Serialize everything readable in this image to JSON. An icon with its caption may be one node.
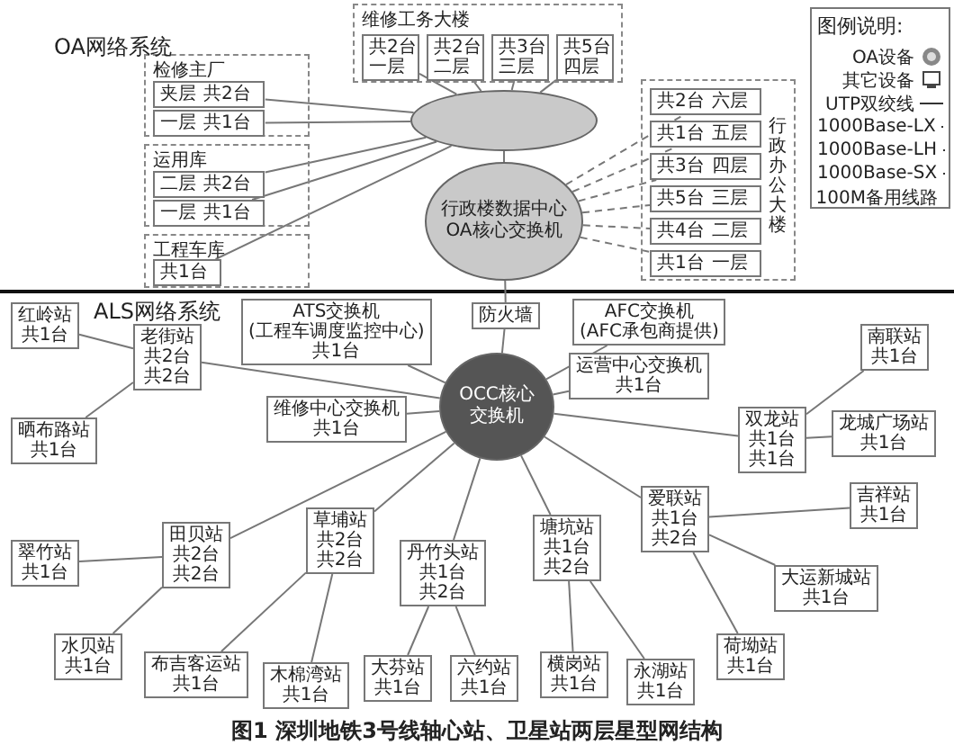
{
  "diagram": {
    "caption": "图1 深圳地铁3号线轴心站、卫星站两层星型网结构",
    "nodes": [
      {
        "text": [
          "维修工务大楼"
        ]
      },
      {
        "text": [
          "共2台",
          "一层"
        ],
        "in": 0
      },
      {
        "text": [
          "共2台",
          "二层"
        ],
        "in": 0
      },
      {
        "text": [
          "共3台",
          "三层"
        ],
        "in": 0
      },
      {
        "text": [
          "共5台",
          "四层"
        ],
        "in": 0
      },
      {
        "text": [
          "检修主厂"
        ]
      },
      {
        "text": [
          "夹层",
          "共2台"
        ],
        "in": 5
      },
      {
        "text": [
          "一层",
          "共1台"
        ],
        "in": 5
      },
      {
        "text": [
          "运用库"
        ]
      },
      {
        "text": [
          "二层",
          "共2台"
        ],
        "in": 8
      },
      {
        "text": [
          "一层",
          "共1台"
        ],
        "in": 8
      },
      {
        "text": [
          "工程车库"
        ]
      },
      {
        "text": [
          "共1台"
        ],
        "in": 11
      },
      {
        "text": [],
        "shape": "ellipse"
      },
      {
        "text": [
          "行政楼数据中心OA核心交换机"
        ]
      },
      {
        "text": [
          "行政办公大楼"
        ]
      },
      {
        "text": [
          "共2台",
          "六层"
        ],
        "in": 15
      },
      {
        "text": [
          "共1台",
          "五层"
        ],
        "in": 15
      },
      {
        "text": [
          "共3台",
          "四层"
        ],
        "in": 15
      },
      {
        "text": [
          "共5台",
          "三层"
        ],
        "in": 15
      },
      {
        "text": [
          "共4台",
          "二层"
        ],
        "in": 15
      },
      {
        "text": [
          "共1台",
          "一层"
        ],
        "in": 15
      },
      {
        "text": [
          "防火墙"
        ]
      },
      {
        "text": [
          "ATS交换机",
          "(工程车调度监控中心)",
          "共1台"
        ]
      },
      {
        "text": [
          "AFC交换机",
          "(AFC承包商提供)"
        ]
      },
      {
        "text": [
          "OCC核心交换机"
        ]
      },
      {
        "text": [
          "维修中心交换机",
          "共1台"
        ]
      },
      {
        "text": [
          "运营中心交换机",
          "共1台"
        ]
      },
      {
        "text": [
          "红岭站",
          "共1台"
        ]
      },
      {
        "text": [
          "老街站",
          "共2台",
          "共2台"
        ]
      },
      {
        "text": [
          "晒布路站",
          "共1台"
        ]
      },
      {
        "text": [
          "田贝站",
          "共2台",
          "共2台"
        ]
      },
      {
        "text": [
          "翠竹站",
          "共1台"
        ]
      },
      {
        "text": [
          "水贝站",
          "共1台"
        ]
      },
      {
        "text": [
          "草埔站",
          "共2台",
          "共2台"
        ]
      },
      {
        "text": [
          "布吉客运站",
          "共1台"
        ]
      },
      {
        "text": [
          "木棉湾站",
          "共1台"
        ]
      },
      {
        "text": [
          "丹竹头站",
          "共1台",
          "共2台"
        ]
      },
      {
        "text": [
          "大芬站",
          "共1台"
        ]
      },
      {
        "text": [
          "六约站",
          "共1台"
        ]
      },
      {
        "text": [
          "塘坑站",
          "共1台",
          "共2台"
        ]
      },
      {
        "text": [
          "横岗站",
          "共1台"
        ]
      },
      {
        "text": [
          "永湖站",
          "共1台"
        ]
      },
      {
        "text": [
          "爱联站",
          "共1台",
          "共2台"
        ]
      },
      {
        "text": [
          "荷坳站",
          "共1台"
        ]
      },
      {
        "text": [
          "大运新城站",
          "共1台"
        ]
      },
      {
        "text": [
          "吉祥站",
          "共1台"
        ]
      },
      {
        "text": [
          "双龙站",
          "共1台",
          "共1台"
        ]
      },
      {
        "text": [
          "南联站",
          "共1台"
        ]
      },
      {
        "text": [
          "龙城广场站",
          "共1台"
        ]
      }
    ],
    "edges": [
      {
        "from": 13,
        "to": 1,
        "arrow": "none"
      },
      {
        "from": 13,
        "to": 2,
        "arrow": "none"
      },
      {
        "from": 13,
        "to": 3,
        "arrow": "none"
      },
      {
        "from": 13,
        "to": 4,
        "arrow": "none"
      },
      {
        "from": 13,
        "to": 6,
        "arrow": "none"
      },
      {
        "from": 13,
        "to": 7,
        "arrow": "none"
      },
      {
        "from": 13,
        "to": 9,
        "arrow": "none"
      },
      {
        "from": 13,
        "to": 10,
        "arrow": "none"
      },
      {
        "from": 13,
        "to": 12,
        "arrow": "none"
      },
      {
        "from": 13,
        "to": 14,
        "arrow": "none"
      },
      {
        "from": 14,
        "to": 16,
        "arrow": "none",
        "style": "dashed"
      },
      {
        "from": 14,
        "to": 17,
        "arrow": "none",
        "style": "dashed"
      },
      {
        "from": 14,
        "to": 18,
        "arrow": "none",
        "style": "dashed"
      },
      {
        "from": 14,
        "to": 19,
        "arrow": "none",
        "style": "dashed"
      },
      {
        "from": 14,
        "to": 20,
        "arrow": "none",
        "style": "dashed"
      },
      {
        "from": 14,
        "to": 21,
        "arrow": "none",
        "style": "dashed"
      },
      {
        "from": 14,
        "to": 22,
        "arrow": "none"
      },
      {
        "from": 22,
        "to": 25,
        "arrow": "none"
      },
      {
        "from": 25,
        "to": 23,
        "arrow": "none"
      },
      {
        "from": 25,
        "to": 24,
        "arrow": "none"
      },
      {
        "from": 25,
        "to": 26,
        "arrow": "none"
      },
      {
        "from": 25,
        "to": 27,
        "arrow": "none"
      },
      {
        "from": 25,
        "to": 29,
        "arrow": "none"
      },
      {
        "from": 25,
        "to": 31,
        "arrow": "none"
      },
      {
        "from": 25,
        "to": 34,
        "arrow": "none"
      },
      {
        "from": 25,
        "to": 37,
        "arrow": "none"
      },
      {
        "from": 25,
        "to": 40,
        "arrow": "none"
      },
      {
        "from": 25,
        "to": 43,
        "arrow": "none"
      },
      {
        "from": 25,
        "to": 47,
        "arrow": "none"
      },
      {
        "from": 29,
        "to": 28,
        "arrow": "none"
      },
      {
        "from": 29,
        "to": 30,
        "arrow": "none"
      },
      {
        "from": 31,
        "to": 32,
        "arrow": "none"
      },
      {
        "from": 31,
        "to": 33,
        "arrow": "none"
      },
      {
        "from": 34,
        "to": 35,
        "arrow": "none"
      },
      {
        "from": 34,
        "to": 36,
        "arrow": "none"
      },
      {
        "from": 37,
        "to": 38,
        "arrow": "none"
      },
      {
        "from": 37,
        "to": 39,
        "arrow": "none"
      },
      {
        "from": 40,
        "to": 41,
        "arrow": "none"
      },
      {
        "from": 40,
        "to": 42,
        "arrow": "none"
      },
      {
        "from": 43,
        "to": 44,
        "arrow": "none"
      },
      {
        "from": 43,
        "to": 45,
        "arrow": "none"
      },
      {
        "from": 43,
        "to": 46,
        "arrow": "none"
      },
      {
        "from": 47,
        "to": 48,
        "arrow": "none"
      },
      {
        "from": 47,
        "to": 49,
        "arrow": "none"
      }
    ],
    "labels": [
      "OA网络系统",
      "ALS网络系统",
      "图例说明:"
    ],
    "legend": [
      {
        "text": "OA设备"
      },
      {
        "text": "其它设备"
      },
      {
        "text": "UTP双绞线"
      },
      {
        "text": "1000Base-LX"
      },
      {
        "text": "1000Base-LH"
      },
      {
        "text": "1000Base-SX"
      },
      {
        "text": "100M备用线路"
      }
    ]
  }
}
